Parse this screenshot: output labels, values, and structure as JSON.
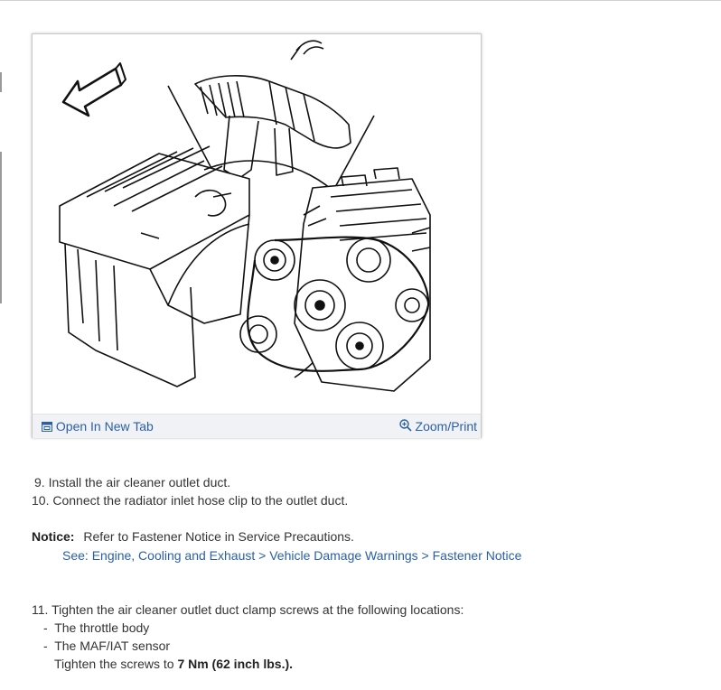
{
  "figure": {
    "open_tab_label": "Open In New Tab",
    "zoom_print_label": "Zoom/Print"
  },
  "steps": [
    {
      "num": "9.",
      "text": "Install the air cleaner outlet duct."
    },
    {
      "num": "10.",
      "text": "Connect the radiator inlet hose clip to the outlet duct."
    }
  ],
  "notice": {
    "label": "Notice:",
    "text": "Refer to Fastener Notice in Service Precautions.",
    "link": "See: Engine, Cooling and Exhaust > Vehicle Damage Warnings > Fastener Notice"
  },
  "step11": {
    "num": "11.",
    "text": "Tighten the air cleaner outlet duct clamp screws at the following locations:",
    "bullets": [
      "The throttle body",
      "The MAF/IAT sensor"
    ],
    "torque_prefix": "Tighten the screws to ",
    "torque_value": "7 Nm (62 inch lbs.)",
    "torque_suffix": "."
  },
  "colors": {
    "link": "#2a5fa8",
    "text": "#333333"
  }
}
